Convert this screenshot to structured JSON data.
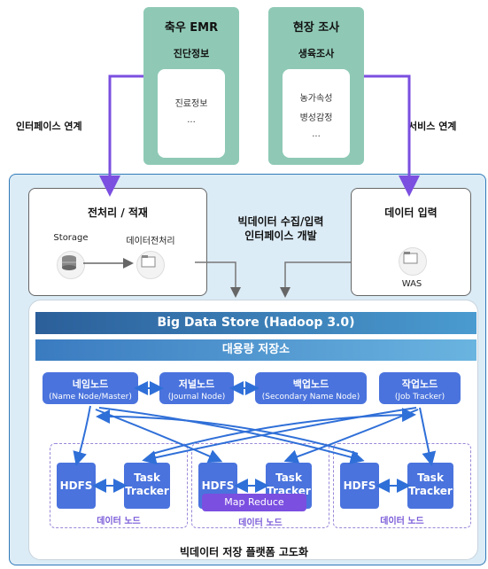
{
  "sources": {
    "emr": {
      "title": "축우 EMR",
      "subtitle": "진단정보",
      "items": [
        "진료정보",
        "..."
      ]
    },
    "field": {
      "title": "현장 조사",
      "subtitle": "생육조사",
      "items": [
        "농가속성",
        "병성감정",
        "..."
      ]
    }
  },
  "labels": {
    "interface_link": "인터페이스 연계",
    "service_link": "서비스 연계",
    "collection_line1": "빅데이터 수집/입력",
    "collection_line2": "인터페이스 개발"
  },
  "preprocess": {
    "title": "전처리 / 적재",
    "storage": "Storage",
    "preprocessing": "데이터전처리"
  },
  "data_input": {
    "title": "데이터 입력",
    "was": "WAS"
  },
  "store": {
    "banner": "Big Data Store (Hadoop 3.0)",
    "sub_banner": "대용량 저장소",
    "nodes": [
      {
        "name": "네임노드",
        "sub": "(Name Node/Master)"
      },
      {
        "name": "저널노드",
        "sub": "(Journal Node)"
      },
      {
        "name": "백업노드",
        "sub": "(Secondary Name Node)"
      },
      {
        "name": "작업노드",
        "sub": "(Job Tracker)"
      }
    ],
    "data_nodes": [
      {
        "hdfs": "HDFS",
        "tracker_line1": "Task",
        "tracker_line2": "Tracker",
        "label": "데이터 노드"
      },
      {
        "hdfs": "HDFS",
        "tracker_line1": "Task",
        "tracker_line2": "Tracker",
        "label": "데이터 노드"
      },
      {
        "hdfs": "HDFS",
        "tracker_line1": "Task",
        "tracker_line2": "Tracker",
        "label": "데이터 노드"
      }
    ],
    "map_reduce": "Map Reduce"
  },
  "footer": "빅데이터 저장 플랫폼 고도화",
  "colors": {
    "source_box": "#8fc9b6",
    "platform_bg": "#dcecf6",
    "node_blue": "#4a73dd",
    "arrow_purple": "#7b4fe0",
    "banner_top": "#2b5f9a",
    "banner_sub": "#4a90c8"
  }
}
